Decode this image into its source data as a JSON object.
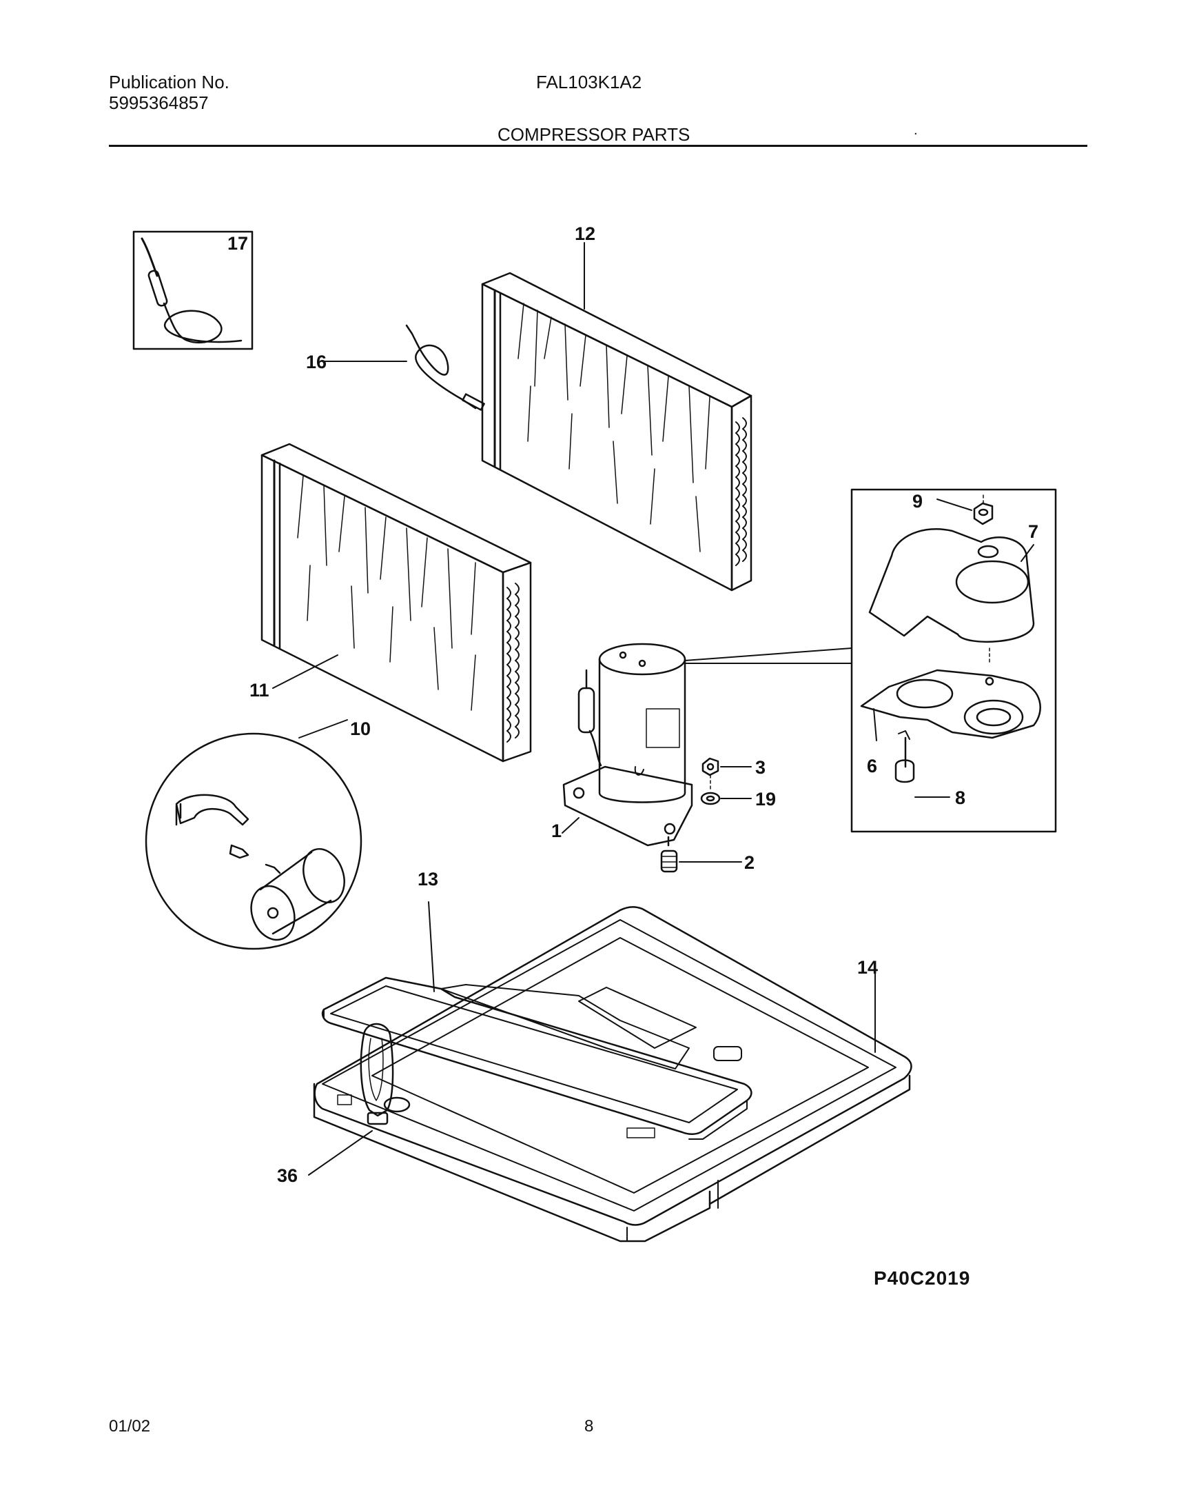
{
  "header": {
    "publication_label": "Publication No.",
    "publication_number": "5995364857",
    "model": "FAL103K1A2",
    "section_title": "COMPRESSOR PARTS",
    "mark": "."
  },
  "callouts": {
    "c1": "1",
    "c2": "2",
    "c3": "3",
    "c6": "6",
    "c7": "7",
    "c8": "8",
    "c9": "9",
    "c10": "10",
    "c11": "11",
    "c12": "12",
    "c13": "13",
    "c14": "14",
    "c16": "16",
    "c17": "17",
    "c19": "19",
    "c36": "36"
  },
  "reference_code": "P40C2019",
  "footer": {
    "date": "01/02",
    "page": "8"
  }
}
